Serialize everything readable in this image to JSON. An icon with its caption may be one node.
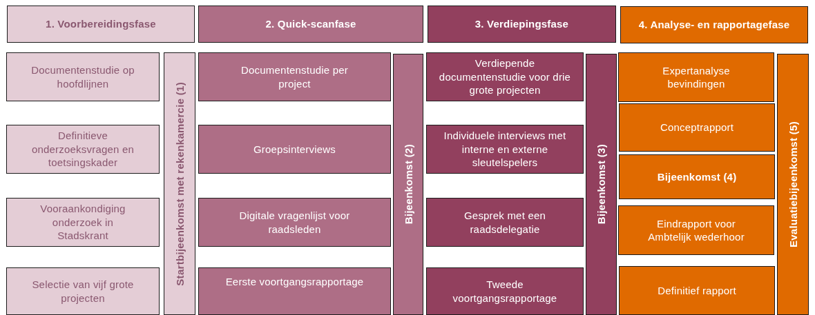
{
  "diagram": {
    "nodes": [
      {
        "text": [
          "1. Voorbereidingsfase"
        ]
      },
      {
        "text": [
          "2. Quick-scanfase"
        ]
      },
      {
        "text": [
          "3. Verdiepingsfase"
        ]
      },
      {
        "text": [
          "4. Analyse- en rapportagefase"
        ]
      },
      {
        "text": [
          "Documentenstudie op hoofdlijnen"
        ]
      },
      {
        "text": [
          "Definitieve onderzoeksvragen en toetsingskader"
        ]
      },
      {
        "text": [
          "Vooraankondiging onderzoek in Stadskrant"
        ]
      },
      {
        "text": [
          "Selectie van vijf grote projecten"
        ]
      },
      {
        "text": [
          "Startbijeenkomst met rekenkamercie (1)"
        ]
      },
      {
        "text": [
          "Documentenstudie per project"
        ]
      },
      {
        "text": [
          "Groepsinterviews"
        ]
      },
      {
        "text": [
          "Digitale vragenlijst voor raadsleden"
        ]
      },
      {
        "text": [
          "Eerste voortgangsrapportage"
        ]
      },
      {
        "text": [
          "Bijeenkomst (2)"
        ]
      },
      {
        "text": [
          "Verdiepende documentenstudie voor drie grote projecten"
        ]
      },
      {
        "text": [
          "Individuele interviews met interne en externe sleutelspelers"
        ]
      },
      {
        "text": [
          "Gesprek met een raadsdelegatie"
        ]
      },
      {
        "text": [
          "Tweede voortgangsrapportage"
        ]
      },
      {
        "text": [
          "Bijeenkomst (3)"
        ]
      },
      {
        "text": [
          "Expertanalyse bevindingen"
        ]
      },
      {
        "text": [
          "Conceptrapport"
        ]
      },
      {
        "text": [
          "Bijeenkomst (4)"
        ]
      },
      {
        "text": [
          "Eindrapport voor Ambtelijk wederhoor"
        ]
      },
      {
        "text": [
          "Definitief rapport"
        ]
      },
      {
        "text": [
          "Evaluatiebijeenkomst (5)"
        ]
      }
    ]
  }
}
